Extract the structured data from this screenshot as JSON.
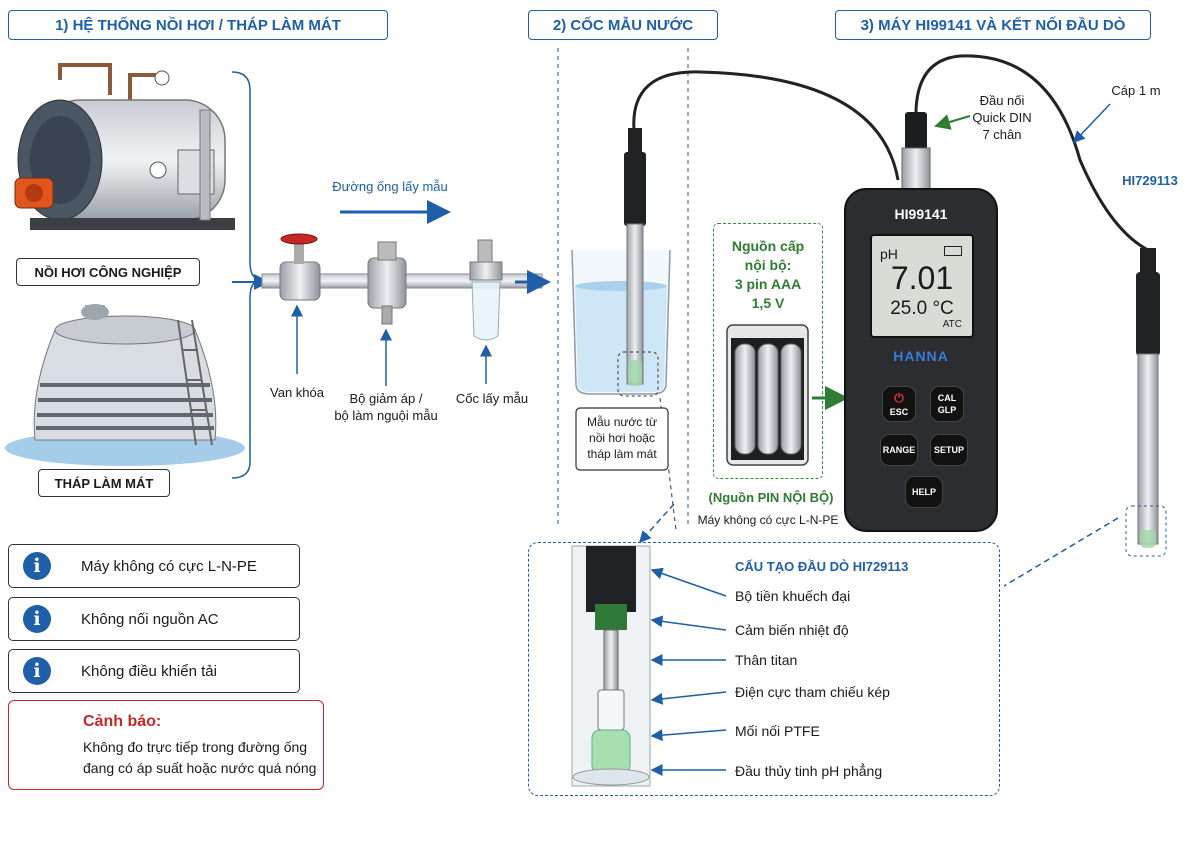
{
  "sections": {
    "s1": "1) HỆ THỐNG NỒI HƠI / THÁP LÀM MÁT",
    "s2": "2) CỐC MẪU NƯỚC",
    "s3": "3) MÁY HI99141 VÀ KẾT NỐI ĐẦU DÒ"
  },
  "section1": {
    "boiler_label": "NỒI HƠI CÔNG NGHIỆP",
    "tower_label": "THÁP LÀM MÁT",
    "pipe_label": "Đường ống lấy mẫu",
    "valve_label": "Van khóa",
    "reducer_label_1": "Bộ giảm áp /",
    "reducer_label_2": "bộ làm nguội mẫu",
    "sampler_label": "Cốc lấy mẫu"
  },
  "notes": [
    "Máy không có cực L-N-PE",
    "Không nối nguồn AC",
    "Không điều khiển tải"
  ],
  "warning": {
    "title": "Cảnh báo:",
    "line1": "Không đo trực tiếp trong đường ống",
    "line2": "đang có áp suất hoặc nước quá nóng"
  },
  "section2": {
    "beaker_line1": "Mẫu nước từ",
    "beaker_line2": "nồi hơi hoặc",
    "beaker_line3": "tháp làm mát"
  },
  "section3": {
    "connector_line1": "Đầu nối",
    "connector_line2": "Quick DIN",
    "connector_line3": "7 chân",
    "cable_label": "Cáp 1 m",
    "probe_model": "HI729113",
    "power_line1": "Nguồn cấp",
    "power_line2": "nội bộ:",
    "power_line3": "3 pin AAA",
    "power_line4": "1,5 V",
    "power_caption": "(Nguồn PIN NỘI BỘ)",
    "meter_caption": "Máy không có cực L-N-PE"
  },
  "meter": {
    "model": "HI99141",
    "unit": "pH",
    "value": "7.01",
    "temp": "25.0 °C",
    "atc": "ATC",
    "brand": "HANNA",
    "btn_esc": "ESC",
    "btn_cal1": "CAL",
    "btn_cal2": "GLP",
    "btn_range": "RANGE",
    "btn_setup": "SETUP",
    "btn_help": "HELP"
  },
  "probe_detail": {
    "title": "CẤU TẠO ĐẦU DÒ HI729113",
    "parts": [
      "Bộ tiền khuếch đại",
      "Cảm biến nhiệt độ",
      "Thân titan",
      "Điện cực tham chiếu kép",
      "Mối nối PTFE",
      "Đầu thủy tinh pH phẳng"
    ]
  },
  "colors": {
    "accent": "#1f5fa8",
    "green": "#2e7d32",
    "warning": "#c62828"
  }
}
